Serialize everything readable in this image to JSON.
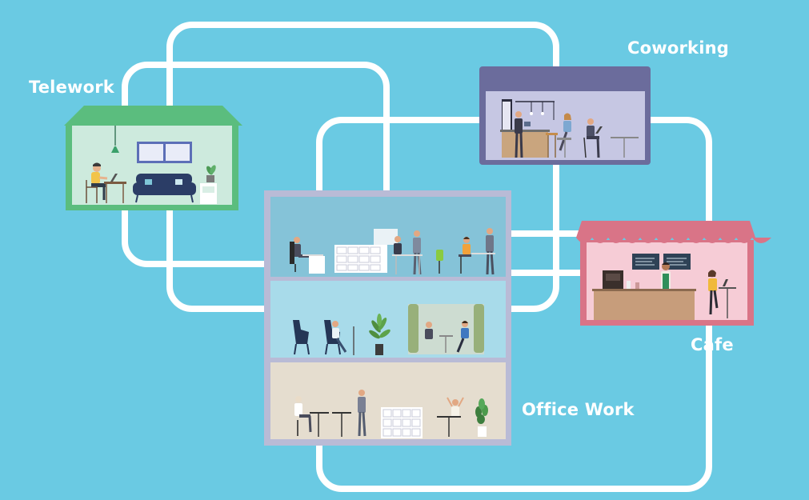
{
  "diagram": {
    "labels": {
      "telework": "Telework",
      "coworking": "Coworking",
      "cafe": "Cafe",
      "office_work": "Office Work"
    },
    "colors": {
      "background": "#6acae3",
      "connector_lines": "#ffffff",
      "telework_house": "#5bbd7e",
      "coworking_building": "#6b6c9c",
      "cafe_awning": "#d97487",
      "office_frame": "#b9bbd6"
    },
    "nodes": [
      {
        "id": "telework",
        "icon": "house-icon",
        "shows": "person working at a desk at home"
      },
      {
        "id": "coworking",
        "icon": "coworking-space-icon",
        "shows": "people at a shared bar counter"
      },
      {
        "id": "cafe",
        "icon": "cafe-storefront-icon",
        "shows": "barista and customer with laptop"
      },
      {
        "id": "office_work",
        "icon": "office-building-icon",
        "shows": "three office floors"
      }
    ]
  }
}
